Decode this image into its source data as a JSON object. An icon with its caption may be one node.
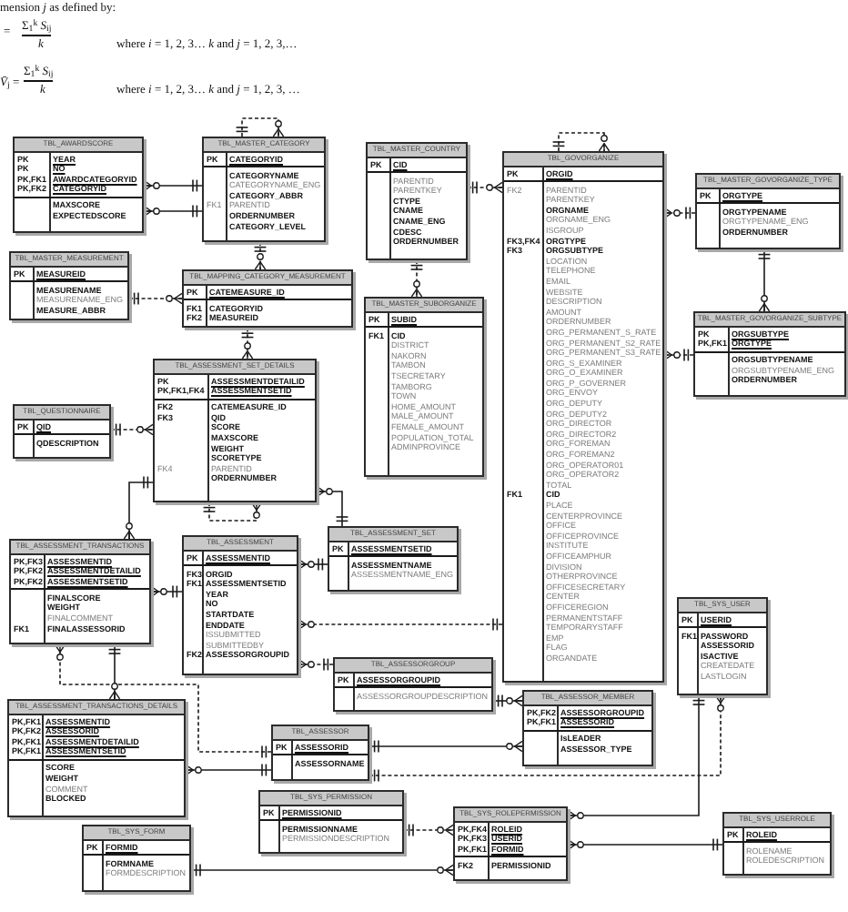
{
  "diagram": {
    "nodes": [
      {
        "text": [
          "TBL_AWARDSCORE",
          "PK",
          "YEAR",
          "PK",
          "NO",
          "PK,FK1",
          "AWARDCATEGORYID",
          "PK,FK2",
          "CATEGORYID",
          "MAXSCORE",
          "EXPECTEDSCORE"
        ]
      },
      {
        "text": [
          "TBL_MASTER_CATEGORY",
          "PK",
          "CATEGORYID",
          "CATEGORYNAME",
          "CATEGORYNAME_ENG",
          "CATEGORY_ABBR",
          "FK1",
          "PARENTID",
          "ORDERNUMBER",
          "CATEGORY_LEVEL"
        ]
      },
      {
        "text": [
          "TBL_MASTER_COUNTRY",
          "PK",
          "CID",
          "PARENTID",
          "PARENTKEY",
          "CTYPE",
          "CNAME",
          "CNAME_ENG",
          "CDESC",
          "ORDERNUMBER"
        ]
      },
      {
        "text": [
          "TBL_GOVORGANIZE",
          "PK",
          "ORGID",
          "FK2",
          "PARENTID",
          "PARENTKEY",
          "ORGNAME",
          "ORGNAME_ENG",
          "ISGROUP",
          "FK3,FK4",
          "ORGTYPE",
          "FK3",
          "ORGSUBTYPE",
          "LOCATION",
          "TELEPHONE",
          "EMAIL",
          "WEBSITE",
          "DESCRIPTION",
          "AMOUNT",
          "ORDERNUMBER",
          "ORG_PERMANENT_S_RATE",
          "ORG_PERMANENT_S2_RATE",
          "ORG_PERMANENT_S3_RATE",
          "ORG_S_EXAMINER",
          "ORG_O_EXAMINER",
          "ORG_P_GOVERNER",
          "ORG_ENVOY",
          "ORG_DEPUTY",
          "ORG_DEPUTY2",
          "ORG_DIRECTOR",
          "ORG_DIRECTOR2",
          "ORG_FOREMAN",
          "ORG_FOREMAN2",
          "ORG_OPERATOR01",
          "ORG_OPERATOR2",
          "TOTAL",
          "FK1",
          "CID",
          "PLACE",
          "CENTERPROVINCE",
          "OFFICE",
          "OFFICEPROVINCE",
          "INSTITUTE",
          "OFFICEAMPHUR",
          "DIVISION",
          "OTHERPROVINCE",
          "OFFICESECRETARY",
          "CENTER",
          "OFFICEREGION",
          "PERMANENTSTAFF",
          "TEMPORARYSTAFF",
          "EMP",
          "FLAG",
          "ORGANDATE"
        ]
      },
      {
        "text": [
          "TBL_MASTER_GOVORGANIZE_TYPE",
          "PK",
          "ORGTYPE",
          "ORGTYPENAME",
          "ORGTYPENAME_ENG",
          "ORDERNUMBER"
        ]
      },
      {
        "text": [
          "TBL_MASTER_MEASUREMENT",
          "PK",
          "MEASUREID",
          "MEASURENAME",
          "MEASURENAME_ENG",
          "MEASURE_ABBR"
        ]
      },
      {
        "text": [
          "TBL_MAPPING_CATEGORY_MEASUREMENT",
          "PK",
          "CATEMEASURE_ID",
          "FK1",
          "CATEGORYID",
          "FK2",
          "MEASUREID"
        ]
      },
      {
        "text": [
          "TBL_MASTER_SUBORGANIZE",
          "PK",
          "SUBID",
          "FK1",
          "CID",
          "DISTRICT",
          "NAKORN",
          "TAMBON",
          "TSECRETARY",
          "TAMBORG",
          "TOWN",
          "HOME_AMOUNT",
          "MALE_AMOUNT",
          "FEMALE_AMOUNT",
          "POPULATION_TOTAL",
          "ADMINPROVINCE"
        ]
      },
      {
        "text": [
          "TBL_MASTER_GOVORGANIZE_SUBTYPE",
          "PK",
          "ORGSUBTYPE",
          "PK,FK1",
          "ORGTYPE",
          "ORGSUBTYPENAME",
          "ORGSUBTYPENAME_ENG",
          "ORDERNUMBER"
        ]
      },
      {
        "text": [
          "TBL_ASSESSMENT_SET_DETAILS",
          "PK",
          "ASSESSMENTDETAILID",
          "PK,FK1,FK4",
          "ASSESSMENTSETID",
          "FK2",
          "CATEMEASURE_ID",
          "FK3",
          "QID",
          "SCORE",
          "MAXSCORE",
          "WEIGHT",
          "SCORETYPE",
          "FK4",
          "PARENTID",
          "ORDERNUMBER"
        ]
      },
      {
        "text": [
          "TBL_QUESTIONNAIRE",
          "PK",
          "QID",
          "QDESCRIPTION"
        ]
      },
      {
        "text": [
          "TBL_ASSESSMENT_SET",
          "PK",
          "ASSESSMENTSETID",
          "ASSESSMENTNAME",
          "ASSESSMENTNAME_ENG"
        ]
      },
      {
        "text": [
          "TBL_ASSESSMENT_TRANSACTIONS",
          "PK,FK3",
          "ASSESSMENTID",
          "PK,FK2",
          "ASSESSMENTDETAILID",
          "PK,FK2",
          "ASSESSMENTSETID",
          "FINALSCORE",
          "WEIGHT",
          "FINALCOMMENT",
          "FK1",
          "FINALASSESSORID"
        ]
      },
      {
        "text": [
          "TBL_ASSESSMENT",
          "PK",
          "ASSESSMENTID",
          "FK3",
          "ORGID",
          "FK1",
          "ASSESSMENTSETID",
          "YEAR",
          "NO",
          "STARTDATE",
          "ENDDATE",
          "ISSUBMITTED",
          "SUBMITTEDBY",
          "FK2",
          "ASSESSORGROUPID"
        ]
      },
      {
        "text": [
          "TBL_SYS_USER",
          "PK",
          "USERID",
          "FK1",
          "PASSWORD",
          "ASSESSORID",
          "ISACTIVE",
          "CREATEDATE",
          "LASTLOGIN"
        ]
      },
      {
        "text": [
          "TBL_ASSESSORGROUP",
          "PK",
          "ASSESSORGROUPID",
          "ASSESSORGROUPDESCRIPTION"
        ]
      },
      {
        "text": [
          "TBL_ASSESSMENT_TRANSACTIONS_DETAILS",
          "PK,FK1",
          "ASSESSMENTID",
          "PK,FK2",
          "ASSESSORID",
          "PK,FK1",
          "ASSESSMENTDETAILID",
          "PK,FK1",
          "ASSESSMENTSETID",
          "SCORE",
          "WEIGHT",
          "COMMENT",
          "BLOCKED"
        ]
      },
      {
        "text": [
          "TBL_ASSESSOR",
          "PK",
          "ASSESSORID",
          "ASSESSORNAME"
        ]
      },
      {
        "text": [
          "TBL_ASSESSOR_MEMBER",
          "PK,FK2",
          "ASSESSORGROUPID",
          "PK,FK1",
          "ASSESSORID",
          "IsLEADER",
          "ASSESSOR_TYPE"
        ]
      },
      {
        "text": [
          "TBL_SYS_PERMISSION",
          "PK",
          "PERMISSIONID",
          "PERMISSIONNAME",
          "PERMISSIONDESCRIPTION"
        ]
      },
      {
        "text": [
          "TBL_SYS_ROLEPERMISSION",
          "PK,FK4",
          "ROLEID",
          "PK,FK3",
          "USERID",
          "PK,FK1",
          "FORMID",
          "FK2",
          "PERMISSIONID"
        ]
      },
      {
        "text": [
          "TBL_SYS_USERROLE",
          "PK",
          "ROLEID",
          "ROLENAME",
          "ROLEDESCRIPTION"
        ]
      },
      {
        "text": [
          "TBL_SYS_FORM",
          "PK",
          "FORMID",
          "FORMNAME",
          "FORMDESCRIPTION"
        ]
      }
    ],
    "edges": [
      {
        "from": 1,
        "to": 0,
        "arrow": "other"
      },
      {
        "from": 1,
        "to": 0,
        "arrow": "other"
      },
      {
        "from": 1,
        "to": 1,
        "arrow": "other",
        "style": "dashed"
      },
      {
        "from": 1,
        "to": 6,
        "arrow": "other",
        "style": "dashed"
      },
      {
        "from": 5,
        "to": 6,
        "arrow": "other",
        "style": "dashed"
      },
      {
        "from": 2,
        "to": 3,
        "arrow": "other",
        "style": "dashed"
      },
      {
        "from": 3,
        "to": 3,
        "arrow": "other",
        "style": "dashed"
      },
      {
        "from": 4,
        "to": 3,
        "arrow": "other",
        "style": "dashed"
      },
      {
        "from": 2,
        "to": 7,
        "arrow": "other",
        "style": "dashed"
      },
      {
        "from": 6,
        "to": 9,
        "arrow": "other",
        "style": "dashed"
      },
      {
        "from": 4,
        "to": 8,
        "arrow": "other"
      },
      {
        "from": 8,
        "to": 3,
        "arrow": "other",
        "style": "dashed"
      },
      {
        "from": 10,
        "to": 9,
        "arrow": "other",
        "style": "dashed"
      },
      {
        "from": 9,
        "to": 9,
        "arrow": "other",
        "style": "dashed"
      },
      {
        "from": 9,
        "to": 12,
        "arrow": "other"
      },
      {
        "from": 11,
        "to": 9,
        "arrow": "other"
      },
      {
        "from": 11,
        "to": 13,
        "arrow": "other"
      },
      {
        "from": 13,
        "to": 12,
        "arrow": "other"
      },
      {
        "from": 3,
        "to": 13,
        "arrow": "other",
        "style": "dashed"
      },
      {
        "from": 15,
        "to": 13,
        "arrow": "other",
        "style": "dashed"
      },
      {
        "from": 15,
        "to": 18,
        "arrow": "other"
      },
      {
        "from": 17,
        "to": 18,
        "arrow": "other"
      },
      {
        "from": 17,
        "to": 14,
        "arrow": "other",
        "style": "dashed"
      },
      {
        "from": 17,
        "to": 12,
        "arrow": "other",
        "style": "dashed"
      },
      {
        "from": 12,
        "to": 16,
        "arrow": "other"
      },
      {
        "from": 17,
        "to": 16,
        "arrow": "other"
      },
      {
        "from": 19,
        "to": 20,
        "arrow": "other",
        "style": "dashed"
      },
      {
        "from": 22,
        "to": 20,
        "arrow": "other"
      },
      {
        "from": 14,
        "to": 20,
        "arrow": "other"
      },
      {
        "from": 21,
        "to": 20,
        "arrow": "other"
      }
    ],
    "labels": [
      "mension *j* as defined by:",
      "=",
      "Σ$_{1}$$^{k}$ *S*$_{ij}$",
      "*k*",
      "where *i* = 1, 2, 3… *k* and *j* = 1, 2, 3,…",
      "*V̄*$_{j}$ =",
      "Σ$_{1}$$^{k}$ *S*$_{ij}$",
      "*k*",
      "where *i* = 1, 2, 3… *k* and *j* = 1, 2, 3, …"
    ]
  }
}
